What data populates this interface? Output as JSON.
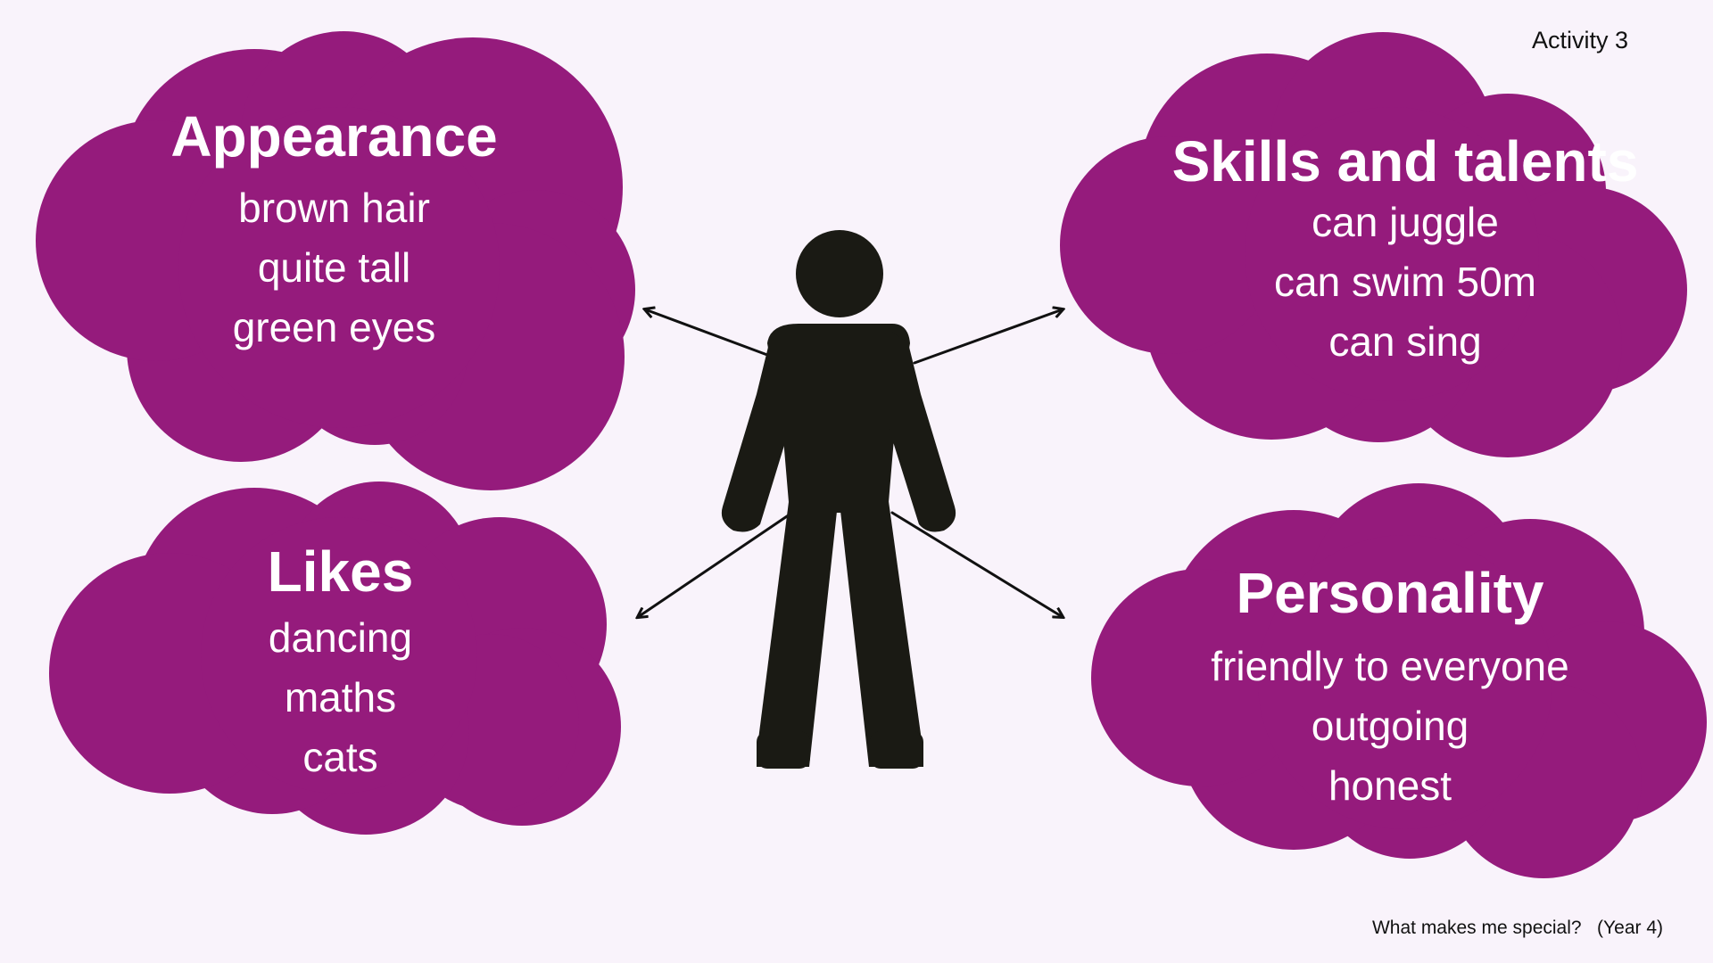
{
  "header": {
    "activity_label": "Activity 3"
  },
  "footer": {
    "lesson_label": "What makes me special?   (Year 4)"
  },
  "colors": {
    "background": "#f9f3fb",
    "cloud": "#951b7c",
    "figure": "#1a1a14",
    "arrow": "#111111",
    "cloud_text": "#ffffff"
  },
  "clouds": {
    "appearance": {
      "title": "Appearance",
      "items": [
        "brown hair",
        "quite tall",
        "green eyes"
      ]
    },
    "skills": {
      "title": "Skills and talents",
      "items": [
        "can juggle",
        "can swim 50m",
        "can sing"
      ]
    },
    "likes": {
      "title": "Likes",
      "items": [
        "dancing",
        "maths",
        "cats"
      ]
    },
    "personality": {
      "title": "Personality",
      "items": [
        "friendly to everyone",
        "outgoing",
        "honest"
      ]
    }
  }
}
